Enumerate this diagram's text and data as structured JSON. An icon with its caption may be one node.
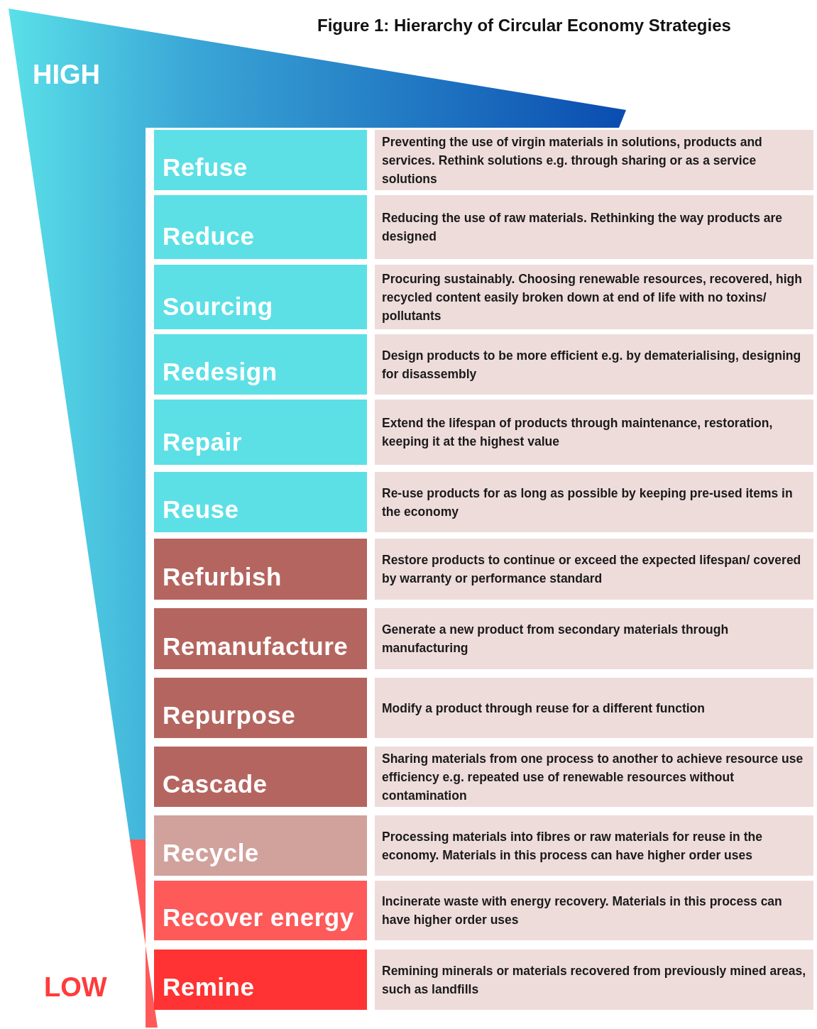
{
  "diagram": {
    "title": "Figure 1: Hierarchy of Circular Economy Strategies",
    "nodes": [
      {
        "text": [
          "Refuse"
        ]
      },
      {
        "text": [
          "Preventing the use of virgin materials in solutions, products and services. Rethink solutions e.g. through sharing or as a service solutions"
        ]
      },
      {
        "text": [
          "Reduce"
        ]
      },
      {
        "text": [
          "Reducing the use of raw materials. Rethinking the way products are designed"
        ]
      },
      {
        "text": [
          "Sourcing"
        ]
      },
      {
        "text": [
          "Procuring sustainably. Choosing renewable resources, recovered, high recycled content easily broken down at end of life with no toxins/ pollutants"
        ]
      },
      {
        "text": [
          "Redesign"
        ]
      },
      {
        "text": [
          "Design products to be more efficient e.g. by dematerialising, designing for disassembly"
        ]
      },
      {
        "text": [
          "Repair"
        ]
      },
      {
        "text": [
          "Extend the lifespan of products through maintenance, restoration, keeping it at the highest value"
        ]
      },
      {
        "text": [
          "Reuse"
        ]
      },
      {
        "text": [
          "Re-use products for as long as possible by keeping pre-used items in the economy"
        ]
      },
      {
        "text": [
          "Refurbish"
        ]
      },
      {
        "text": [
          "Restore products to continue or exceed the expected lifespan/ covered by warranty or performance standard"
        ]
      },
      {
        "text": [
          "Remanufacture"
        ]
      },
      {
        "text": [
          "Generate a new product from secondary materials through manufacturing"
        ]
      },
      {
        "text": [
          "Repurpose"
        ]
      },
      {
        "text": [
          "Modify a product through reuse for a different function"
        ]
      },
      {
        "text": [
          "Cascade"
        ]
      },
      {
        "text": [
          "Sharing materials from one process to another to achieve resource use efficiency e.g. repeated use of renewable resources without contamination"
        ]
      },
      {
        "text": [
          "Recycle"
        ]
      },
      {
        "text": [
          "Processing materials into fibres or raw materials for reuse in the economy. Materials in this process can have higher order uses"
        ]
      },
      {
        "text": [
          "Recover energy"
        ]
      },
      {
        "text": [
          "Incinerate waste with energy recovery. Materials in this process can have higher order uses"
        ]
      },
      {
        "text": [
          "Remine"
        ]
      },
      {
        "text": [
          "Remining minerals or materials recovered from previously mined areas, such as landfills"
        ]
      }
    ],
    "labels": [
      "HIGH",
      "LOW"
    ]
  }
}
